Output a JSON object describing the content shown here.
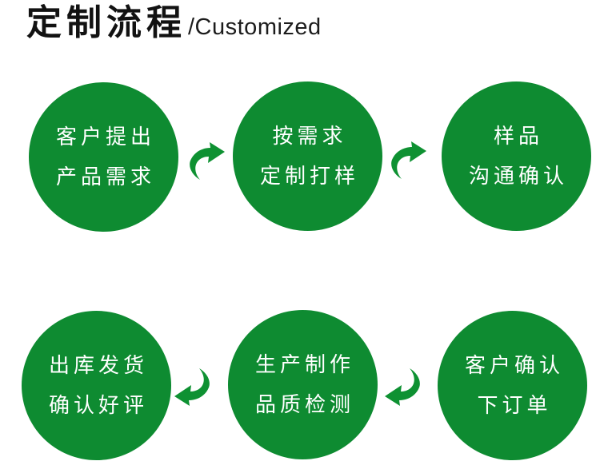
{
  "header": {
    "title_cn": "定制流程",
    "title_en": "/Customized",
    "title_color": "#121212"
  },
  "flow": {
    "circle_color": "#0e8b31",
    "arrow_color": "#0e9132",
    "text_color": "#ffffff",
    "steps": [
      {
        "order": 1,
        "line1": "客户提出",
        "line2": "产品需求"
      },
      {
        "order": 2,
        "line1": "按需求",
        "line2": "定制打样"
      },
      {
        "order": 3,
        "line1": "样品",
        "line2": "沟通确认"
      },
      {
        "order": 4,
        "line1": "客户确认",
        "line2": "下订单"
      },
      {
        "order": 5,
        "line1": "生产制作",
        "line2": "品质检测"
      },
      {
        "order": 6,
        "line1": "出库发货",
        "line2": "确认好评"
      }
    ],
    "arrows": [
      {
        "name": "arrow-step1-to-step2",
        "direction": "right"
      },
      {
        "name": "arrow-step2-to-step3",
        "direction": "right"
      },
      {
        "name": "arrow-step4-to-step5",
        "direction": "left"
      },
      {
        "name": "arrow-step5-to-step6",
        "direction": "left"
      }
    ]
  }
}
